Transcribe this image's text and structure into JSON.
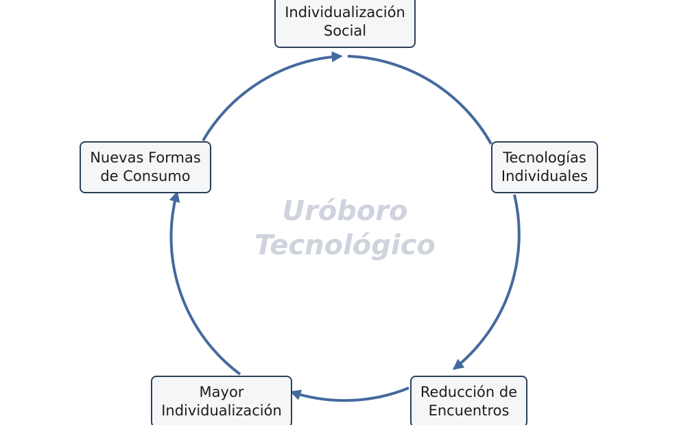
{
  "diagram": {
    "type": "cycle",
    "center_title": [
      "Uróboro",
      "Tecnológico"
    ],
    "arrow_color": "#44699c",
    "node_border_color": "#2c3e57",
    "node_fill_color": "#f4f6f8",
    "nodes": [
      {
        "lines": [
          "Individualización",
          "Social"
        ]
      },
      {
        "lines": [
          "Tecnologías",
          "Individuales"
        ]
      },
      {
        "lines": [
          "Reducción de",
          "Encuentros"
        ]
      },
      {
        "lines": [
          "Mayor",
          "Individualización"
        ]
      },
      {
        "lines": [
          "Nuevas Formas",
          "de Consumo"
        ]
      }
    ],
    "edges": [
      {
        "from": 0,
        "to": 1
      },
      {
        "from": 1,
        "to": 2
      },
      {
        "from": 2,
        "to": 3
      },
      {
        "from": 3,
        "to": 4
      },
      {
        "from": 4,
        "to": 0
      }
    ]
  }
}
